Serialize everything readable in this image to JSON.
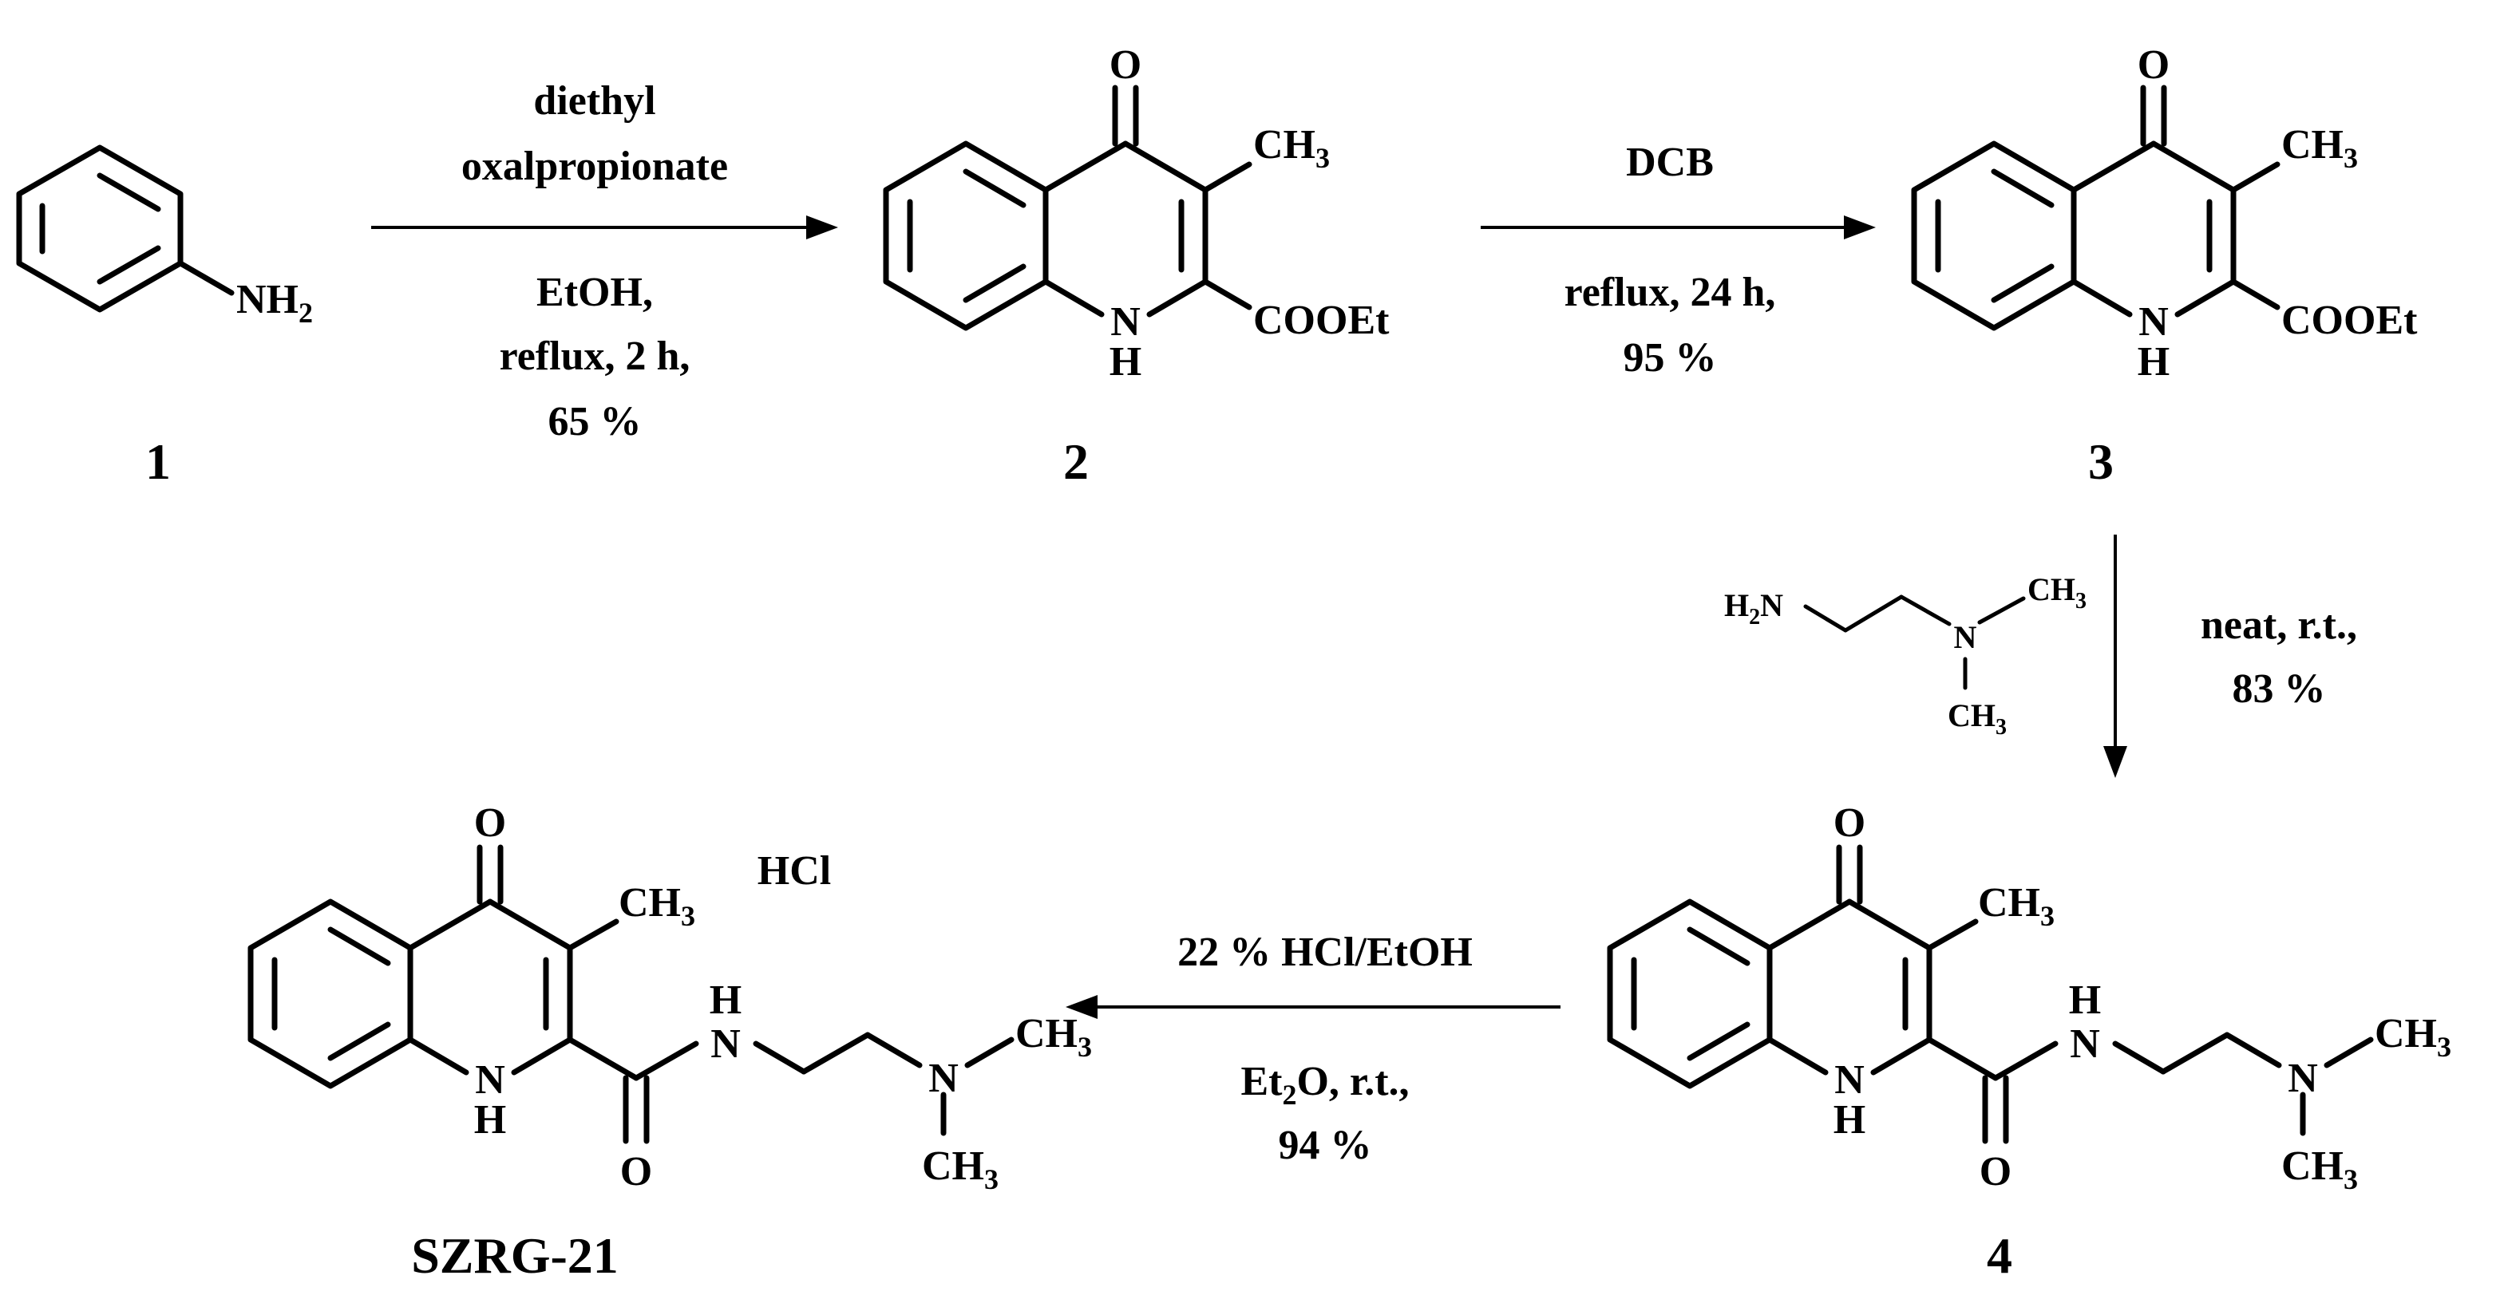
{
  "compounds": {
    "c1": {
      "label": "1",
      "atoms": {
        "nh2": "NH",
        "nh2_sub": "2"
      }
    },
    "c2": {
      "label": "2",
      "atoms": {
        "o": "O",
        "ch3": "CH",
        "ch3_sub": "3",
        "nh_n": "N",
        "nh_h": "H",
        "coo": "COOEt"
      }
    },
    "c3": {
      "label": "3",
      "atoms": {
        "o": "O",
        "ch3": "CH",
        "ch3_sub": "3",
        "nh_n": "N",
        "nh_h": "H",
        "coo": "COOEt"
      }
    },
    "c4": {
      "label": "4",
      "atoms": {
        "o": "O",
        "ch3": "CH",
        "ch3_sub": "3",
        "nh_n": "N",
        "nh_h": "H",
        "amide_o": "O",
        "amide_n": "N",
        "amide_h": "H",
        "amine_n": "N",
        "me1": "CH",
        "me1_sub": "3",
        "me2": "CH",
        "me2_sub": "3"
      }
    },
    "szrg": {
      "label": "SZRG-21",
      "salt": "HCl",
      "atoms": {
        "o": "O",
        "ch3": "CH",
        "ch3_sub": "3",
        "nh_n": "N",
        "nh_h": "H",
        "amide_o": "O",
        "amide_n": "N",
        "amide_h": "H",
        "amine_n": "N",
        "me1": "CH",
        "me1_sub": "3",
        "me2": "CH",
        "me2_sub": "3"
      }
    }
  },
  "reagent_diamine": {
    "h2n": "H",
    "h2n_sub": "2",
    "h2n_n": "N",
    "n": "N",
    "me1": "CH",
    "me1_sub": "3",
    "me2": "CH",
    "me2_sub": "3"
  },
  "steps": {
    "step1": {
      "above": [
        "diethyl",
        "oxalpropionate"
      ],
      "below": [
        "EtOH,",
        "reflux, 2 h,",
        "65 %"
      ]
    },
    "step2": {
      "above": [
        "DCB"
      ],
      "below": [
        "reflux, 24 h,",
        "95 %"
      ]
    },
    "step3": {
      "right": [
        "neat, r.t.,",
        "83 %"
      ]
    },
    "step4": {
      "above": [
        "22 % HCl/EtOH"
      ],
      "below_main": "Et",
      "below_sub": "2",
      "below_rest": "O, r.t.,",
      "below_yield": "94 %"
    }
  }
}
